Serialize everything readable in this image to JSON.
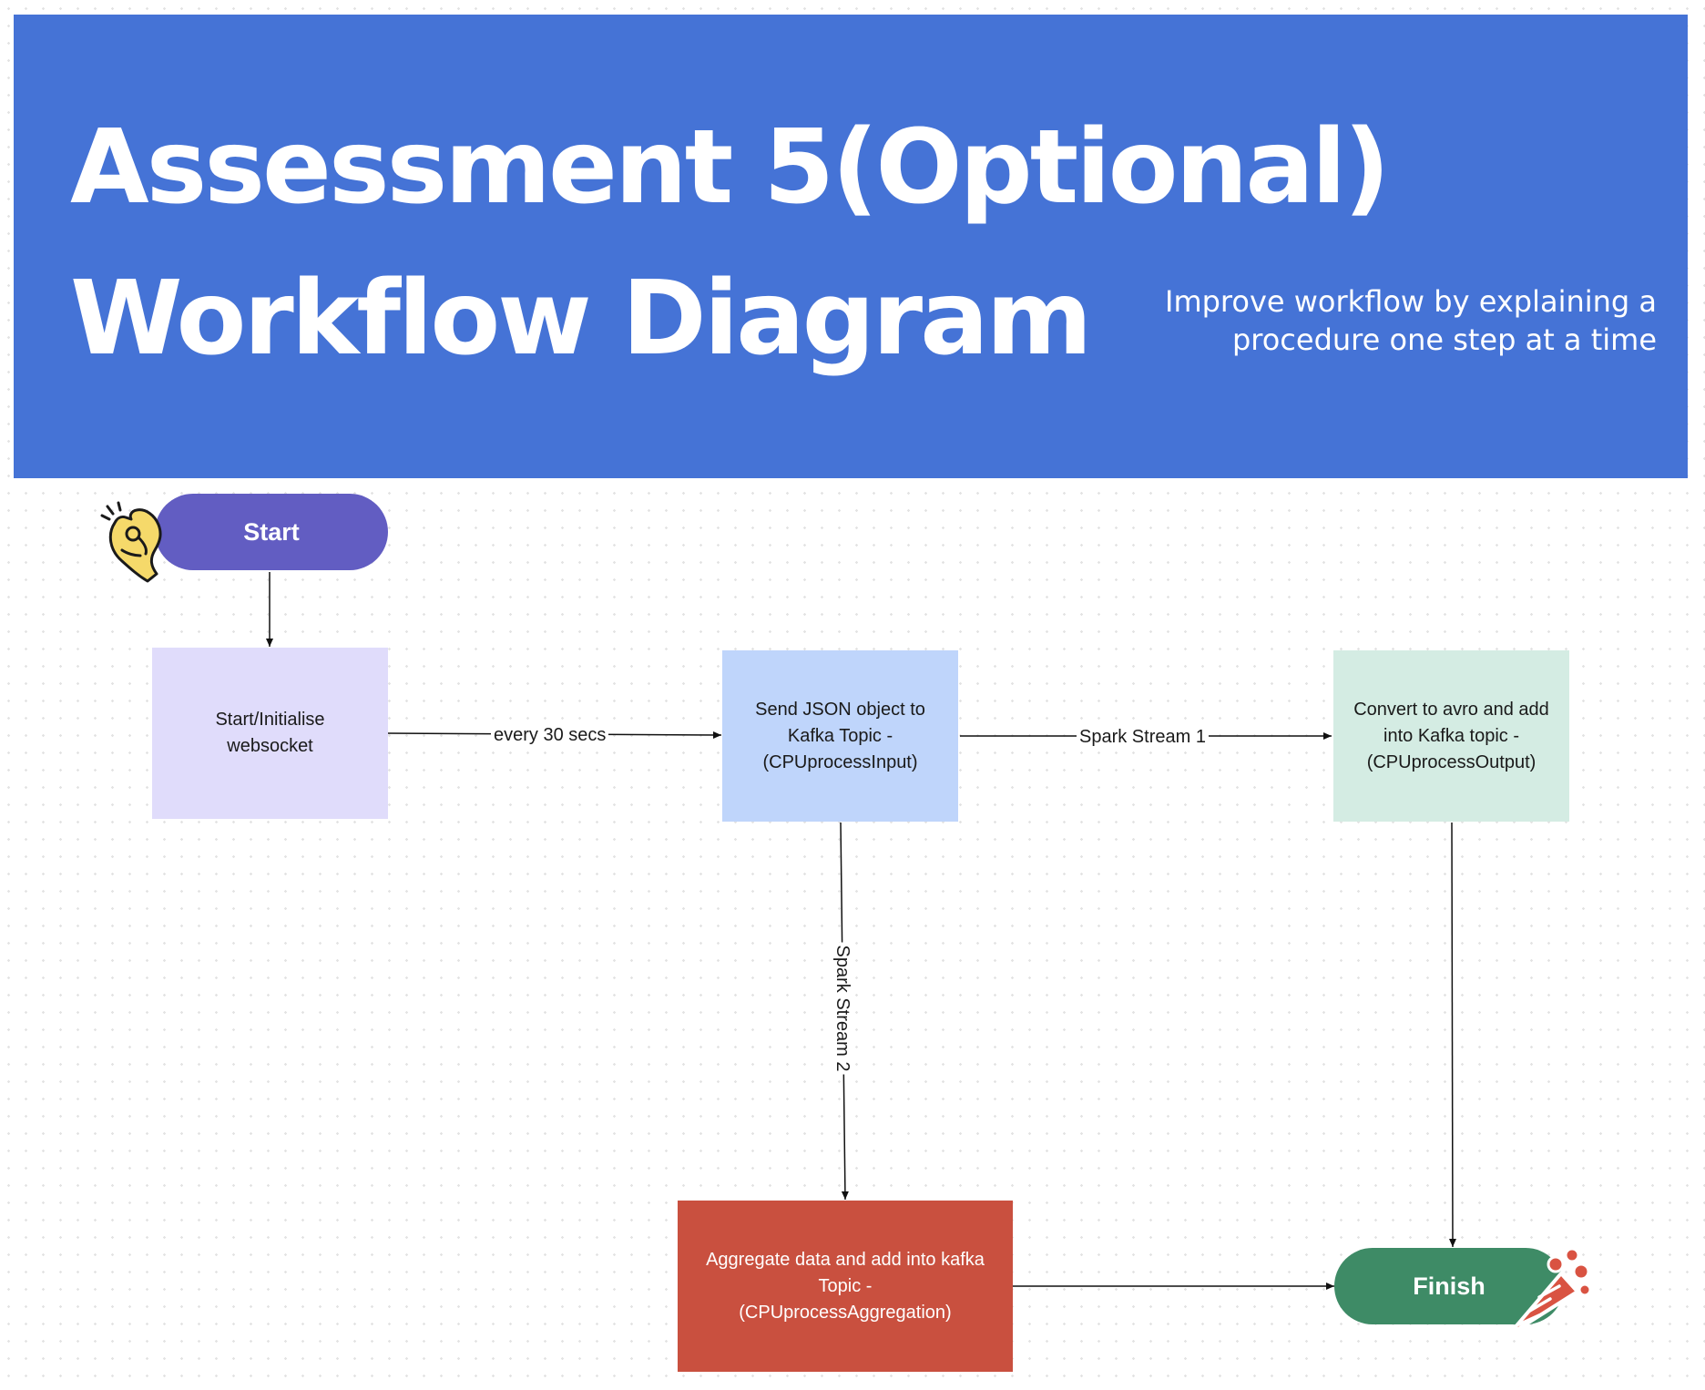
{
  "header": {
    "title_line1": "Assessment 5(Optional)",
    "title_line2": "Workflow Diagram",
    "subtitle": "Improve workflow by explaining a\nprocedure one step at a time"
  },
  "nodes": {
    "start": "Start",
    "initialise": "Start/Initialise\nwebsocket",
    "send_json": "Send JSON object to\nKafka Topic -\n(CPUprocessInput)",
    "convert": "Convert to avro and add\ninto Kafka topic -\n(CPUprocessOutput)",
    "aggregate": "Aggregate data and add into kafka\nTopic -\n(CPUprocessAggregation)",
    "finish": "Finish"
  },
  "edges": {
    "every30": "every 30 secs",
    "spark1": "Spark Stream 1",
    "spark2": "Spark Stream 2"
  },
  "colors": {
    "header_bg": "#4573d6",
    "start_pill": "#625dc2",
    "initialise_box": "#e0dcfb",
    "send_json_box": "#bfd5fb",
    "convert_box": "#d4ece3",
    "aggregate_box": "#c9503f",
    "finish_pill": "#3e8b66",
    "ok_hand_sticker": "#f5d96a",
    "party_popper_sticker": "#d95342"
  },
  "icons": {
    "start_sticker": "ok-hand-icon",
    "finish_sticker": "party-popper-icon"
  }
}
